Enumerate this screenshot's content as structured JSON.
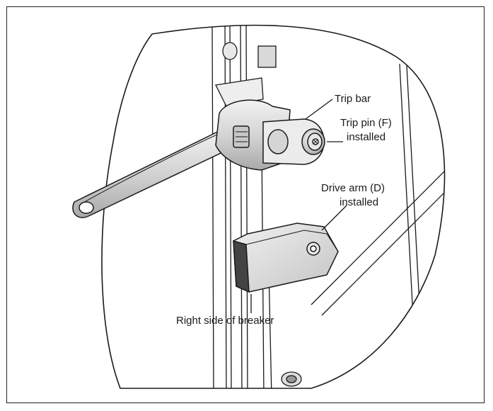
{
  "figure": {
    "labels": {
      "trip_bar": "Trip bar",
      "trip_pin": [
        "Trip pin (F)",
        "installed"
      ],
      "drive_arm": [
        "Drive arm (D)",
        "installed"
      ],
      "right_side": "Right side of breaker"
    },
    "colors": {
      "ink": "#1a1a1a",
      "steel_light": "#e6e6e6",
      "steel_mid": "#bdbdbd",
      "steel_dark": "#7a7a7a",
      "block_dark": "#333333"
    }
  }
}
